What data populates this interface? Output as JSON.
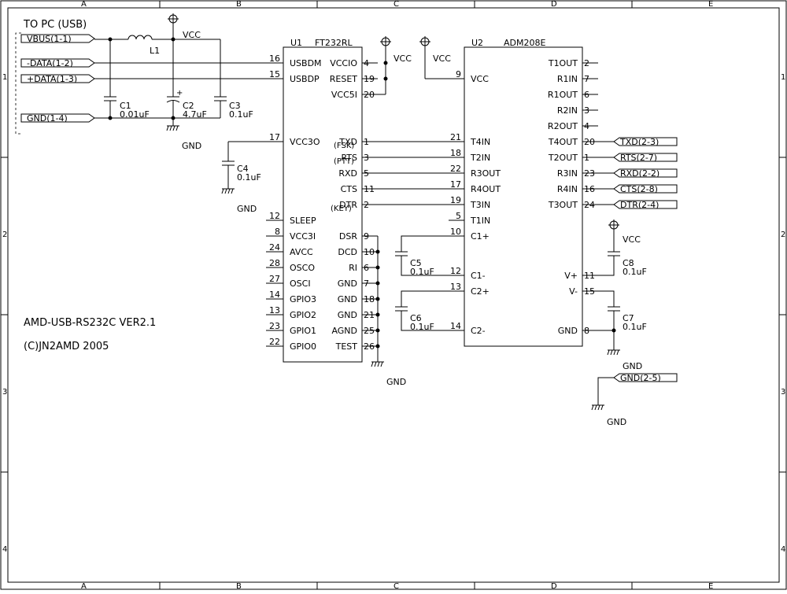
{
  "border": {
    "columns": [
      "A",
      "B",
      "C",
      "D",
      "E"
    ],
    "rows": [
      "1",
      "2",
      "3",
      "4"
    ]
  },
  "usb": {
    "title": "TO PC (USB)",
    "ports": [
      "VBUS(1-1)",
      "-DATA(1-2)",
      "+DATA(1-3)",
      "GND(1-4)"
    ]
  },
  "power": {
    "l1": "L1",
    "vcc": "VCC",
    "gnd": "GND",
    "c1": "C1",
    "c1v": "0.01uF",
    "c2": "C2",
    "c2v": "4.7uF",
    "c3": "C3",
    "c3v": "0.1uF",
    "c4": "C4",
    "c4v": "0.1uF",
    "c5": "C5",
    "c5v": "0.1uF",
    "c6": "C6",
    "c6v": "0.1uF",
    "c7": "C7",
    "c7v": "0.1uF",
    "c8": "C8",
    "c8v": "0.1uF"
  },
  "u1": {
    "ref": "U1",
    "part": "FT232RL",
    "left_pins": [
      {
        "num": "16",
        "name": "USBDM"
      },
      {
        "num": "15",
        "name": "USBDP"
      },
      {
        "num": "17",
        "name": "VCC3O"
      },
      {
        "num": "12",
        "name": "SLEEP"
      },
      {
        "num": "8",
        "name": "VCC3I"
      },
      {
        "num": "24",
        "name": "AVCC"
      },
      {
        "num": "28",
        "name": "OSCO"
      },
      {
        "num": "27",
        "name": "OSCI"
      },
      {
        "num": "14",
        "name": "GPIO3"
      },
      {
        "num": "13",
        "name": "GPIO2"
      },
      {
        "num": "23",
        "name": "GPIO1"
      },
      {
        "num": "22",
        "name": "GPIO0"
      }
    ],
    "right_pins": [
      {
        "num": "4",
        "name": "VCCIO"
      },
      {
        "num": "19",
        "name": "RESET"
      },
      {
        "num": "20",
        "name": "VCC5I"
      },
      {
        "num": "1",
        "name": "TXD"
      },
      {
        "num": "3",
        "name": "RTS"
      },
      {
        "num": "5",
        "name": "RXD"
      },
      {
        "num": "11",
        "name": "CTS"
      },
      {
        "num": "2",
        "name": "DTR"
      },
      {
        "num": "9",
        "name": "DSR"
      },
      {
        "num": "10",
        "name": "DCD"
      },
      {
        "num": "6",
        "name": "RI"
      },
      {
        "num": "7",
        "name": "GND"
      },
      {
        "num": "18",
        "name": "GND"
      },
      {
        "num": "21",
        "name": "GND"
      },
      {
        "num": "25",
        "name": "AGND"
      },
      {
        "num": "26",
        "name": "TEST"
      }
    ],
    "aliases": [
      "(FSK)",
      "(PTT)",
      "(KEY)"
    ]
  },
  "u2": {
    "ref": "U2",
    "part": "ADM208E",
    "left_pins": [
      {
        "num": "9",
        "name": "VCC"
      },
      {
        "num": "21",
        "name": "T4IN"
      },
      {
        "num": "18",
        "name": "T2IN"
      },
      {
        "num": "22",
        "name": "R3OUT"
      },
      {
        "num": "17",
        "name": "R4OUT"
      },
      {
        "num": "19",
        "name": "T3IN"
      },
      {
        "num": "5",
        "name": "T1IN"
      },
      {
        "num": "10",
        "name": "C1+"
      },
      {
        "num": "12",
        "name": "C1-"
      },
      {
        "num": "13",
        "name": "C2+"
      },
      {
        "num": "14",
        "name": "C2-"
      }
    ],
    "right_pins": [
      {
        "num": "2",
        "name": "T1OUT"
      },
      {
        "num": "7",
        "name": "R1IN"
      },
      {
        "num": "6",
        "name": "R1OUT"
      },
      {
        "num": "3",
        "name": "R2IN"
      },
      {
        "num": "4",
        "name": "R2OUT"
      },
      {
        "num": "20",
        "name": "T4OUT"
      },
      {
        "num": "1",
        "name": "T2OUT"
      },
      {
        "num": "23",
        "name": "R3IN"
      },
      {
        "num": "16",
        "name": "R4IN"
      },
      {
        "num": "24",
        "name": "T3OUT"
      },
      {
        "num": "11",
        "name": "V+"
      },
      {
        "num": "15",
        "name": "V-"
      },
      {
        "num": "8",
        "name": "GND"
      }
    ]
  },
  "rs232_ports": [
    "TXD(2-3)",
    "RTS(2-7)",
    "RXD(2-2)",
    "CTS(2-8)",
    "DTR(2-4)",
    "GND(2-5)"
  ],
  "footer": {
    "name": "AMD-USB-RS232C VER2.1",
    "copyright": "(C)JN2AMD 2005"
  }
}
